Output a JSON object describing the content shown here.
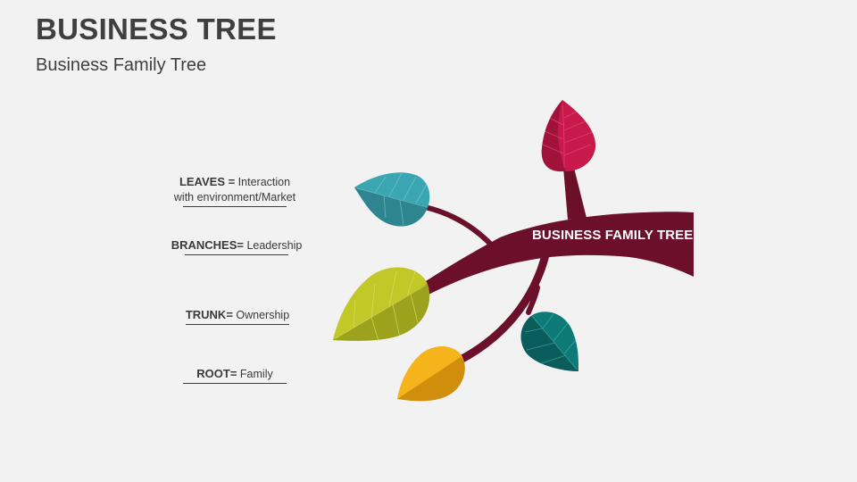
{
  "header": {
    "title": "BUSINESS TREE",
    "subtitle": "Business Family Tree"
  },
  "legend": [
    {
      "term": "LEAVES =",
      "desc_line1": " Interaction",
      "desc_line2": "with environment/Market"
    },
    {
      "term": "BRANCHES=",
      "desc_line1": " Leadership"
    },
    {
      "term": "TRUNK=",
      "desc_line1": " Ownership"
    },
    {
      "term": "ROOT=",
      "desc_line1": " Family"
    }
  ],
  "diagram": {
    "banner_label": "BUSINESS FAMILY TREE",
    "colors": {
      "branch": "#6b0f2a",
      "leaf_crimson": "#c9184a",
      "leaf_teal_light": "#3aa6b2",
      "leaf_olive": "#a8b520",
      "leaf_teal_dark": "#0e6e6e",
      "leaf_orange": "#f2a81c",
      "underline": "#2a3c7a"
    }
  }
}
